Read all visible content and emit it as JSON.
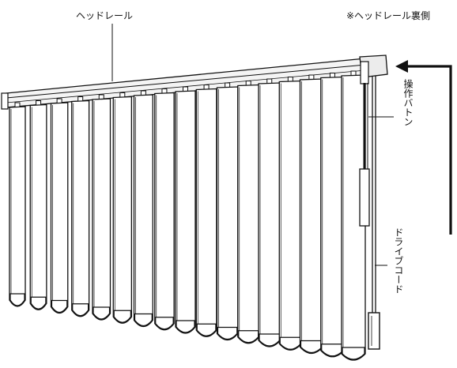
{
  "labels": {
    "head_rail": "ヘッドレール",
    "rear_note": "※ヘッドレール裏側",
    "baton": "操作バトン",
    "drive_cord": "ドライブコード"
  },
  "blinds": {
    "slat_count": 17
  },
  "colors": {
    "line": "#111111",
    "slat_fill": "#ffffff",
    "rail_fill": "#f4f4f4"
  }
}
